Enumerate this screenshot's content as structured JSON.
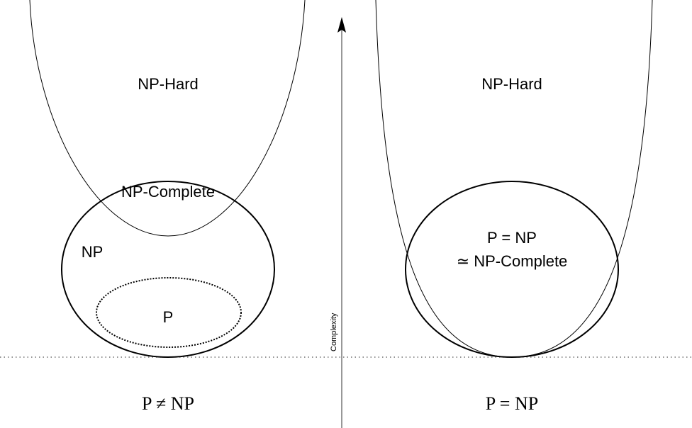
{
  "left_panel": {
    "np_hard": "NP-Hard",
    "np_complete": "NP-Complete",
    "np": "NP",
    "p": "P",
    "caption": "P ≠ NP"
  },
  "right_panel": {
    "np_hard": "NP-Hard",
    "p_equals_np": "P = NP",
    "np_complete": "≃ NP-Complete",
    "caption": "P = NP"
  },
  "axis": {
    "label": "Complexity"
  }
}
